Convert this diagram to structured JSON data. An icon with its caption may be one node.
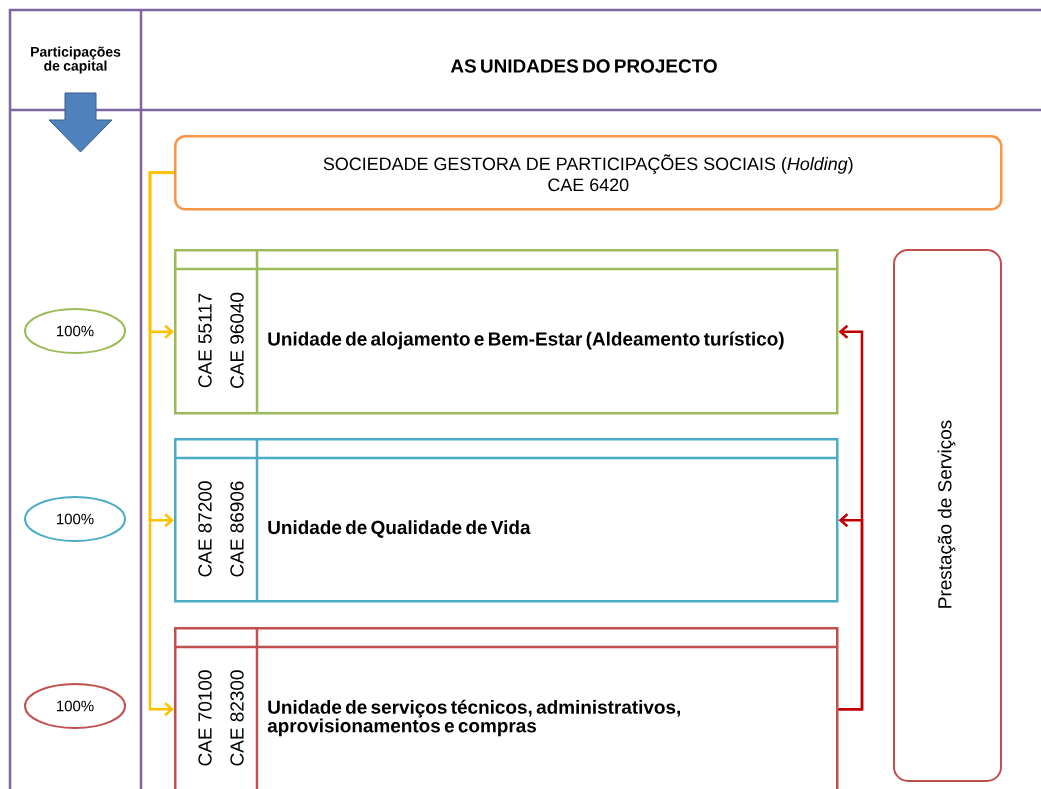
{
  "diagram": {
    "nodes": [
      {
        "text": [
          "SOCIEDADE GESTORA DE PARTICIPAÇÕES SOCIAIS (*Holding*)",
          "CAE 6420"
        ]
      },
      {
        "text": [
          "CAE 55117",
          "CAE 96040",
          "Unidade de alojamento e Bem-Estar (Aldeamento turístico)"
        ]
      },
      {
        "text": [
          "CAE 87200",
          "CAE 86906",
          "Unidade de Qualidade de Vida"
        ]
      },
      {
        "text": [
          "CAE 70100",
          "CAE 82300",
          "Unidade de serviços técnicos, administrativos, aprovisionamentos e compras"
        ]
      },
      {
        "text": [
          "Prestação de Serviços"
        ]
      },
      {
        "text": [
          "100%"
        ]
      },
      {
        "text": [
          "100%"
        ]
      },
      {
        "text": [
          "100%"
        ]
      }
    ],
    "edges": [
      {
        "from": 0,
        "to": 1,
        "arrow": "to",
        "color": "#ffc000"
      },
      {
        "from": 0,
        "to": 2,
        "arrow": "to",
        "color": "#ffc000"
      },
      {
        "from": 0,
        "to": 3,
        "arrow": "to",
        "color": "#ffc000"
      },
      {
        "from": 3,
        "to": 1,
        "arrow": "to",
        "color": "#c00000"
      },
      {
        "from": 3,
        "to": 2,
        "arrow": "to",
        "color": "#c00000"
      }
    ],
    "labels": [
      "Participações de capital",
      "AS UNIDADES DO PROJECTO"
    ]
  }
}
